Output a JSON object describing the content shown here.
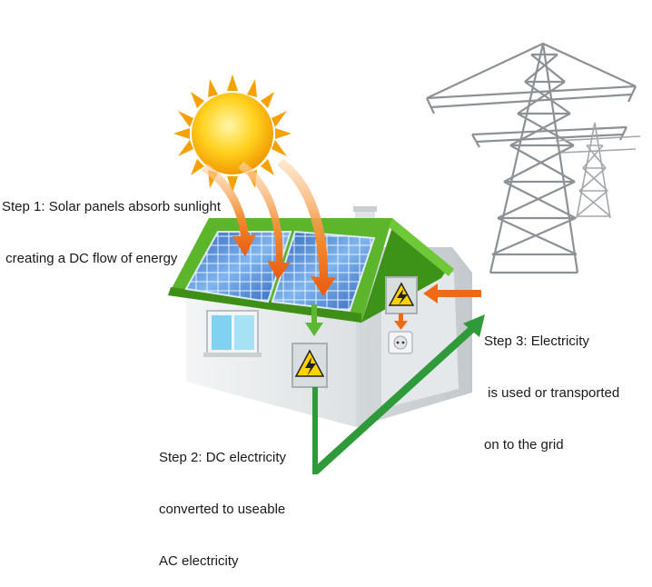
{
  "steps": [
    {
      "lines": [
        "Step 1: Solar panels absorb sunlight",
        " creating a DC flow of energy"
      ]
    },
    {
      "lines": [
        "Step 2: DC electricity",
        "converted to useable",
        "AC electricity"
      ]
    },
    {
      "lines": [
        "Step 3: Electricity",
        " is used or transported",
        "on to the grid"
      ]
    }
  ],
  "colors": {
    "sun": "#f7b500",
    "roof_green": "#58b026",
    "flow_arrow": "#2e9a3a",
    "sun_ray_arrow": "#f06a16",
    "grid_arrow": "#f06a16",
    "panel_blue": "#3f7fd0",
    "wall": "#eef0f1",
    "tower": "#8c9196"
  },
  "icons": [
    "sun-icon",
    "solar-panel-icon",
    "house-icon",
    "inverter-icon",
    "high-voltage-icon",
    "power-outlet-icon",
    "transmission-tower-icon"
  ]
}
